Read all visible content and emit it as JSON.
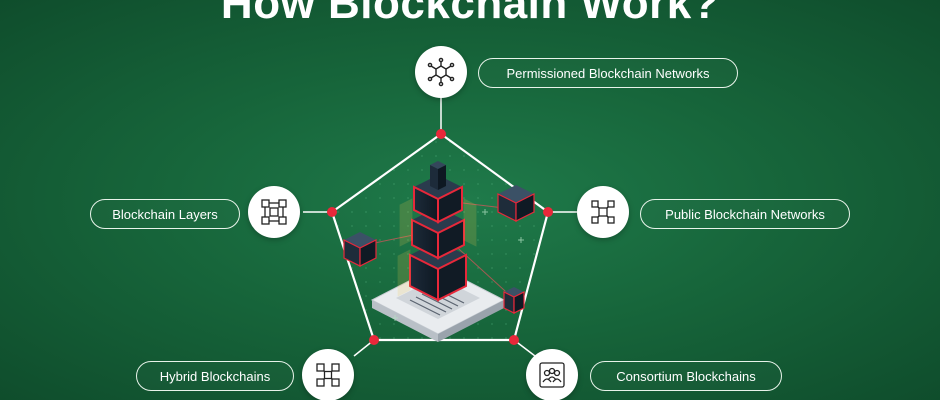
{
  "title": "How Blockchain Work?",
  "nodes": {
    "permissioned": {
      "label": "Permissioned Blockchain Networks",
      "icon": "network-nodes-icon"
    },
    "public": {
      "label": "Public Blockchain Networks",
      "icon": "linked-cubes-icon"
    },
    "consortium": {
      "label": "Consortium Blockchains",
      "icon": "group-users-icon"
    },
    "hybrid": {
      "label": "Hybrid Blockchains",
      "icon": "hybrid-blocks-icon"
    },
    "layers": {
      "label": "Blockchain Layers",
      "icon": "layered-blocks-icon"
    }
  },
  "colors": {
    "background": "#17663b",
    "accent": "#e8283a",
    "outline": "#ffffff",
    "icon": "#222222"
  }
}
